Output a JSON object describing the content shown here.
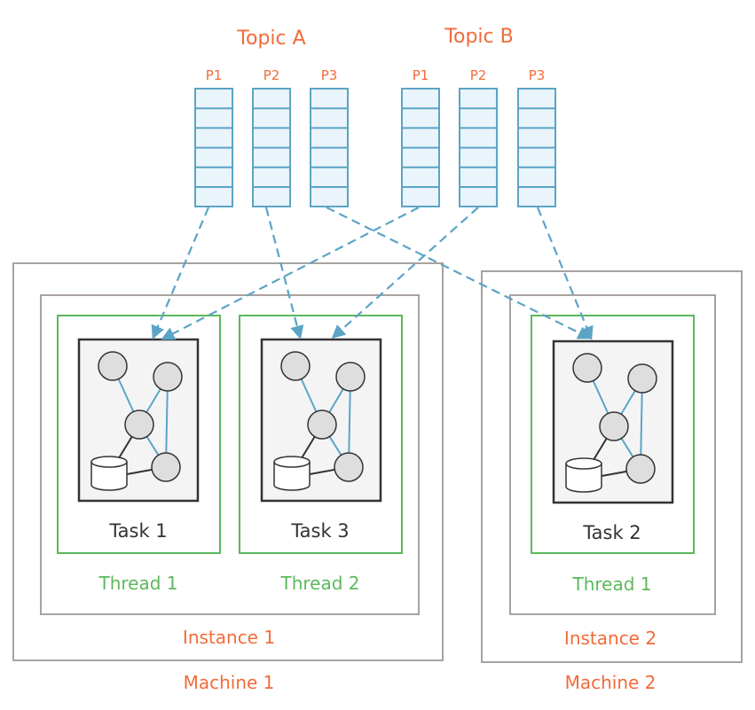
{
  "topics": [
    {
      "label": "Topic A",
      "partitions": [
        "P1",
        "P2",
        "P3"
      ]
    },
    {
      "label": "Topic B",
      "partitions": [
        "P1",
        "P2",
        "P3"
      ]
    }
  ],
  "machines": [
    {
      "label": "Machine 1",
      "instance": "Instance 1",
      "threads": [
        {
          "label": "Thread 1",
          "task": "Task 1"
        },
        {
          "label": "Thread 2",
          "task": "Task 3"
        }
      ]
    },
    {
      "label": "Machine 2",
      "instance": "Instance 2",
      "threads": [
        {
          "label": "Thread 1",
          "task": "Task 2"
        }
      ]
    }
  ],
  "colors": {
    "label": "#f26b3a",
    "thread": "#5cb85c",
    "partition_stroke": "#5ba4c6",
    "partition_fill": "#e9f5fa",
    "arrow": "#5ba4c6",
    "box": "#a8a29e",
    "task_fill": "#f4f4f4",
    "node_fill": "#dedede",
    "dark": "#333333"
  }
}
